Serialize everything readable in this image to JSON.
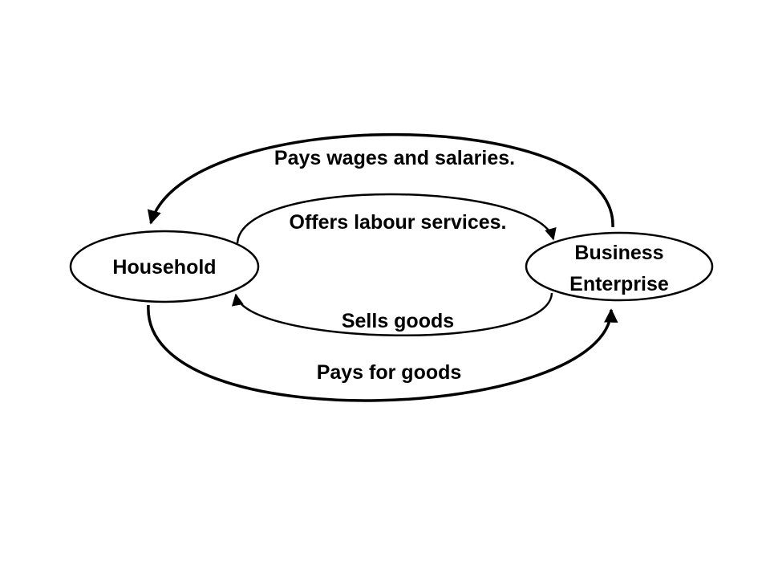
{
  "nodes": {
    "household": {
      "label": "Household"
    },
    "business": {
      "label_lines": [
        "Business",
        "Enterprise"
      ]
    }
  },
  "flows": {
    "pays_wages": {
      "label": "Pays wages and salaries.",
      "from": "Business Enterprise",
      "to": "Household"
    },
    "offers_labour": {
      "label": "Offers labour services.",
      "from": "Household",
      "to": "Business Enterprise"
    },
    "sells_goods": {
      "label": "Sells goods",
      "from": "Business Enterprise",
      "to": "Household"
    },
    "pays_for_goods": {
      "label": "Pays for goods",
      "from": "Household",
      "to": "Business Enterprise"
    }
  },
  "colors": {
    "stroke": "#000000",
    "background": "#ffffff"
  }
}
